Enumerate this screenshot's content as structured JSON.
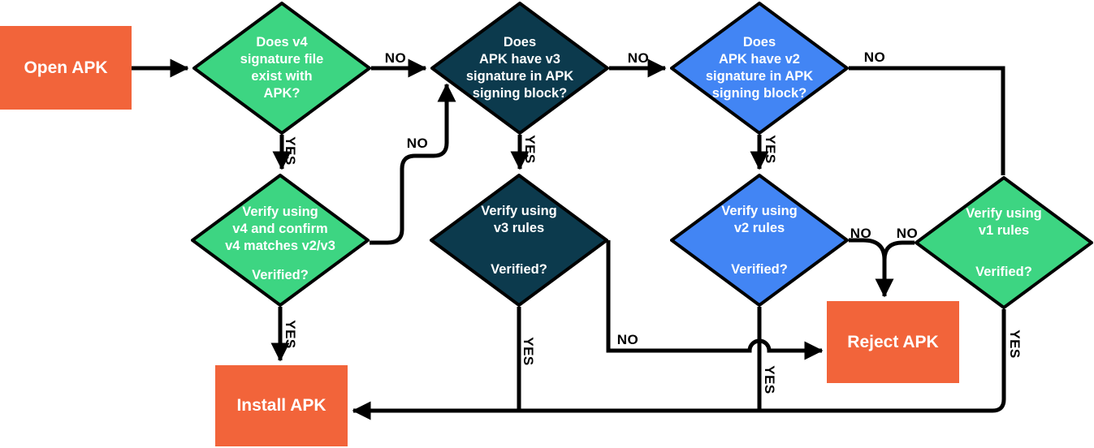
{
  "colors": {
    "green": "#3DD582",
    "dark_navy": "#0C3A4D",
    "blue": "#4285F4",
    "orange": "#F2643A",
    "line": "#000000"
  },
  "nodes": {
    "open_apk": {
      "type": "start",
      "label": "Open APK",
      "color": "#F2643A"
    },
    "v4_exists": {
      "type": "decision",
      "label": "Does v4\nsignature file\nexist with\nAPK?",
      "color": "#3DD582"
    },
    "v3_in_block": {
      "type": "decision",
      "label": "Does\nAPK have v3\nsignature in APK\nsigning block?",
      "color": "#0C3A4D"
    },
    "v2_in_block": {
      "type": "decision",
      "label": "Does\nAPK have v2\nsignature in APK\nsigning block?",
      "color": "#4285F4"
    },
    "verify_v4": {
      "type": "decision",
      "label": "Verify using\nv4 and confirm\nv4 matches v2/v3",
      "sublabel": "Verified?",
      "color": "#3DD582"
    },
    "verify_v3": {
      "type": "decision",
      "label": "Verify using\nv3 rules",
      "sublabel": "Verified?",
      "color": "#0C3A4D"
    },
    "verify_v2": {
      "type": "decision",
      "label": "Verify using\nv2 rules",
      "sublabel": "Verified?",
      "color": "#4285F4"
    },
    "verify_v1": {
      "type": "decision",
      "label": "Verify using\nv1 rules",
      "sublabel": "Verified?",
      "color": "#3DD582"
    },
    "reject_apk": {
      "type": "end",
      "label": "Reject APK",
      "color": "#F2643A"
    },
    "install_apk": {
      "type": "end",
      "label": "Install APK",
      "color": "#F2643A"
    }
  },
  "edges": [
    {
      "from": "open_apk",
      "to": "v4_exists",
      "label": ""
    },
    {
      "from": "v4_exists",
      "to": "v3_in_block",
      "label": "NO"
    },
    {
      "from": "v4_exists",
      "to": "verify_v4",
      "label": "YES"
    },
    {
      "from": "v3_in_block",
      "to": "v2_in_block",
      "label": "NO"
    },
    {
      "from": "v3_in_block",
      "to": "verify_v3",
      "label": "YES"
    },
    {
      "from": "v2_in_block",
      "to": "verify_v1",
      "label": "NO"
    },
    {
      "from": "v2_in_block",
      "to": "verify_v2",
      "label": "YES"
    },
    {
      "from": "verify_v4",
      "to": "v3_in_block",
      "label": "NO"
    },
    {
      "from": "verify_v4",
      "to": "install_apk",
      "label": "YES"
    },
    {
      "from": "verify_v3",
      "to": "reject_apk",
      "label": "NO"
    },
    {
      "from": "verify_v3",
      "to": "install_apk",
      "label": "YES"
    },
    {
      "from": "verify_v2",
      "to": "reject_apk",
      "label": "NO"
    },
    {
      "from": "verify_v2",
      "to": "install_apk",
      "label": "YES"
    },
    {
      "from": "verify_v1",
      "to": "reject_apk",
      "label": "NO"
    },
    {
      "from": "verify_v1",
      "to": "install_apk",
      "label": "YES"
    }
  ]
}
